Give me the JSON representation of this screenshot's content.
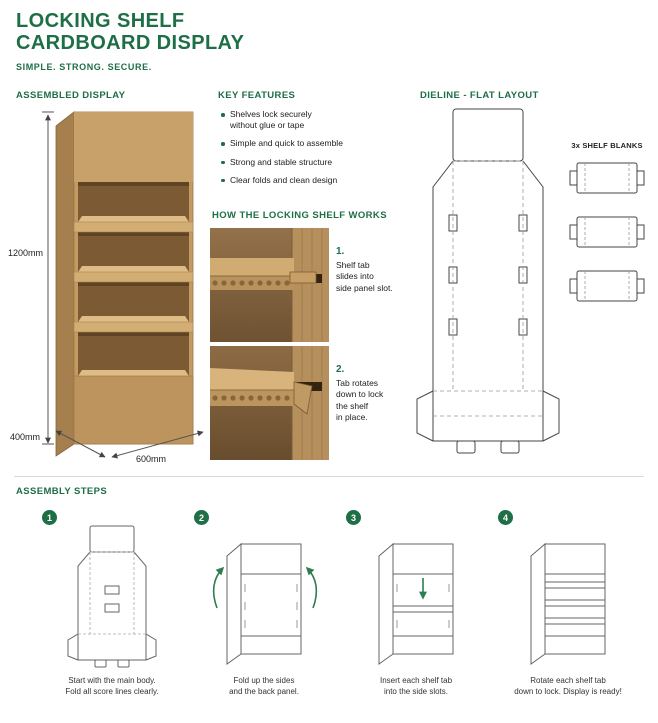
{
  "colors": {
    "green": "#1e6e46",
    "cardboard": "#c49a63"
  },
  "header": {
    "title_line1": "LOCKING SHELF",
    "title_line2": "CARDBOARD DISPLAY",
    "tagline": "SIMPLE. STRONG. SECURE."
  },
  "assembled": {
    "heading": "ASSEMBLED DISPLAY",
    "height_label": "1200mm",
    "depth_label": "400mm",
    "width_label": "600mm"
  },
  "features": {
    "heading": "KEY FEATURES",
    "items": [
      "Shelves lock securely\nwithout glue or tape",
      "Simple and quick to assemble",
      "Strong and stable structure",
      "Clear folds and clean design"
    ]
  },
  "locking": {
    "heading": "HOW THE LOCKING SHELF WORKS",
    "steps": [
      {
        "num": "1.",
        "text": "Shelf tab\nslides into\nside panel slot."
      },
      {
        "num": "2.",
        "text": "Tab rotates\ndown to lock\nthe shelf\nin place."
      }
    ]
  },
  "dieline": {
    "heading": "DIELINE - FLAT LAYOUT",
    "blanks_label": "3x SHELF BLANKS"
  },
  "assembly": {
    "heading": "ASSEMBLY STEPS",
    "steps": [
      {
        "num": "1",
        "caption": "Start with the main body.\nFold all score lines clearly."
      },
      {
        "num": "2",
        "caption": "Fold up the sides\nand the back panel."
      },
      {
        "num": "3",
        "caption": "Insert each shelf tab\ninto the side slots."
      },
      {
        "num": "4",
        "caption": "Rotate each shelf tab\ndown to lock. Display is ready!"
      }
    ]
  }
}
